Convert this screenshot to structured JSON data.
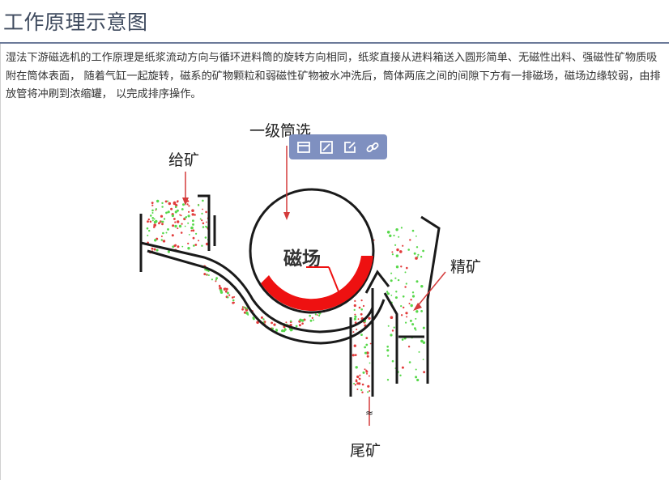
{
  "page": {
    "title": "工作原理示意图",
    "description": "湿法下游磁选机的工作原理是纸浆流动方向与循环进料筒的旋转方向相同，纸浆直接从进料箱送入圆形简单、无磁性出料、强磁性矿物质吸附在筒体表面， 随着气缸一起旋转，磁系的矿物颗粒和弱磁性矿物被水冲洗后，筒体两底之间的间隙下方有一排磁场，磁场边缘较弱，由排放管将冲刷到浓缩罐， 以完成排序操作。"
  },
  "diagram": {
    "label_primary_screen": "一级筒选",
    "label_feed": "给矿",
    "label_magnetic_field": "磁场",
    "label_concentrate": "精矿",
    "label_tailings": "尾矿",
    "colors": {
      "magnet": "#ee1111",
      "particle_red": "#e23b3b",
      "particle_green": "#57d84a",
      "line": "#1a1a1a"
    }
  },
  "toolbar": {
    "buttons": [
      {
        "icon": "folder-icon"
      },
      {
        "icon": "image-icon"
      },
      {
        "icon": "edit-icon"
      },
      {
        "icon": "link-icon"
      }
    ],
    "background": "#7f90c0"
  }
}
